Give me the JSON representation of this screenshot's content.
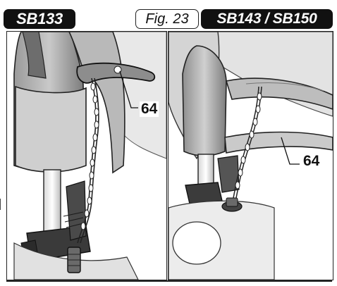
{
  "labels": {
    "left_model": "SB133",
    "figure": "Fig. 23",
    "right_model": "SB143 / SB150",
    "callout_left": "64",
    "callout_right": "64"
  },
  "colors": {
    "badge_bg": "#111111",
    "line": "#222222"
  }
}
